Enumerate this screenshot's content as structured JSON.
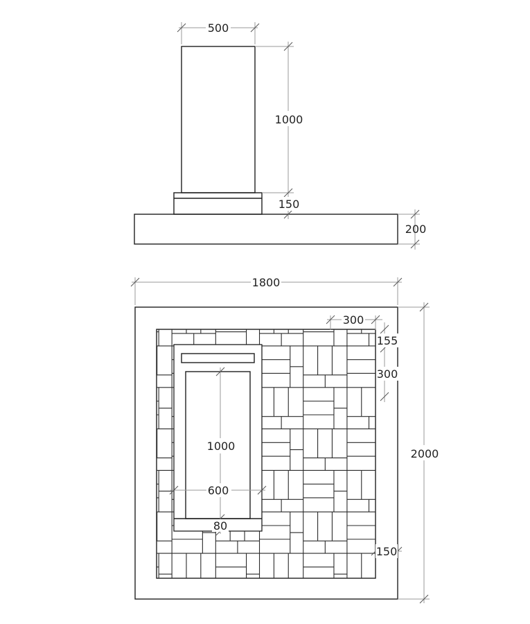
{
  "elevation": {
    "dim_width": "500",
    "dim_height": "1000",
    "dim_plinth": "150",
    "dim_base": "200"
  },
  "plan": {
    "dim_overall_width": "1800",
    "dim_overall_height": "2000",
    "dim_tile_width": "300",
    "dim_top_margin": "155",
    "dim_tile_height": "300",
    "dim_slab_length": "1000",
    "dim_slab_width": "600",
    "dim_end_strip": "80",
    "dim_side_margin": "150"
  }
}
